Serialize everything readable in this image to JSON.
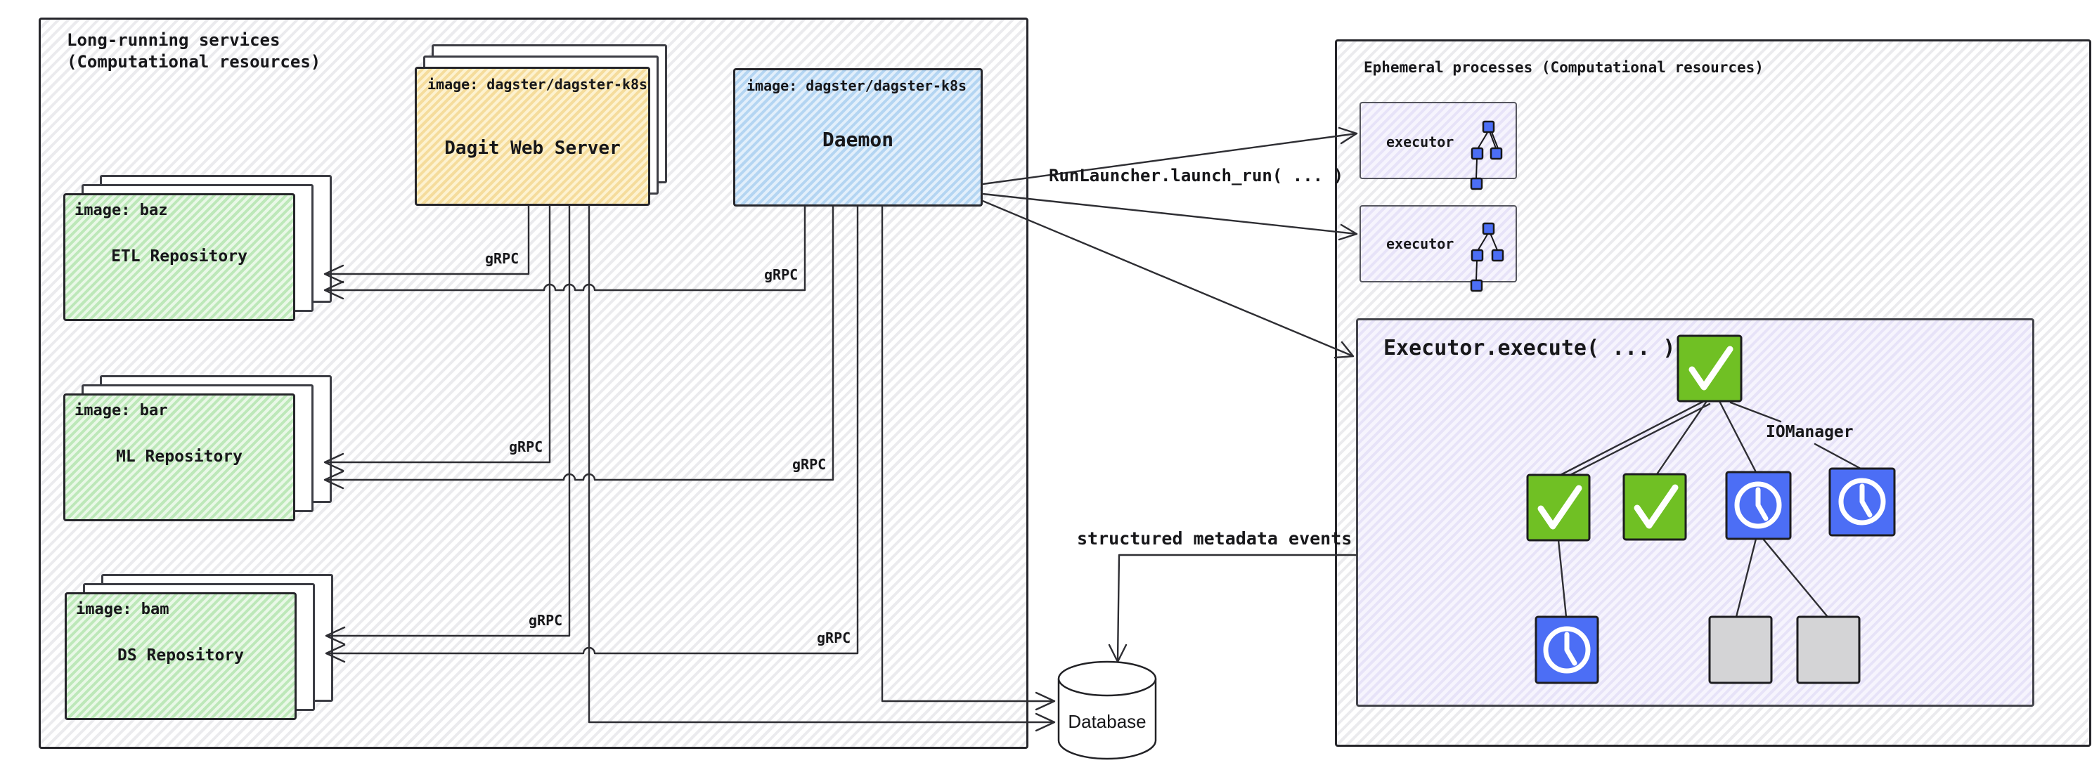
{
  "colors": {
    "node_green": "#70c024",
    "node_blue": "#4c6ef5",
    "node_gray": "#d4d4d6",
    "line": "#2e2e33",
    "box_border": "#26262b",
    "yellow_a": "#fdf2d0",
    "yellow_b": "#f5dc9c",
    "blue_a": "#e2effb",
    "blue_b": "#b4d5f2",
    "green_a": "#e9f8e7",
    "green_b": "#bde8b9",
    "gray_a": "#ffffff",
    "gray_b": "#ebebee",
    "lav_a": "#f6f4fd",
    "lav_b": "#e7e3f8"
  },
  "left_panel": {
    "title_line1": "Long-running services",
    "title_line2": "(Computational resources)",
    "grpc_label": "gRPC",
    "dagit": {
      "image_label": "image: dagster/dagster-k8s",
      "name": "Dagit Web Server"
    },
    "daemon": {
      "image_label": "image: dagster/dagster-k8s",
      "name": "Daemon"
    },
    "repositories": [
      {
        "image_label": "image: baz",
        "name": "ETL Repository"
      },
      {
        "image_label": "image: bar",
        "name": "ML Repository"
      },
      {
        "image_label": "image: bam",
        "name": "DS Repository"
      }
    ]
  },
  "right_panel": {
    "title": "Ephemeral processes (Computational resources)",
    "executors": [
      {
        "label": "executor"
      },
      {
        "label": "executor"
      }
    ],
    "execute_box": {
      "title": "Executor.execute( ... )",
      "iomanager_label": "IOManager"
    }
  },
  "labels": {
    "run_launcher": "RunLauncher.launch_run( ... )",
    "metadata_events": "structured metadata events",
    "database": "Database"
  }
}
